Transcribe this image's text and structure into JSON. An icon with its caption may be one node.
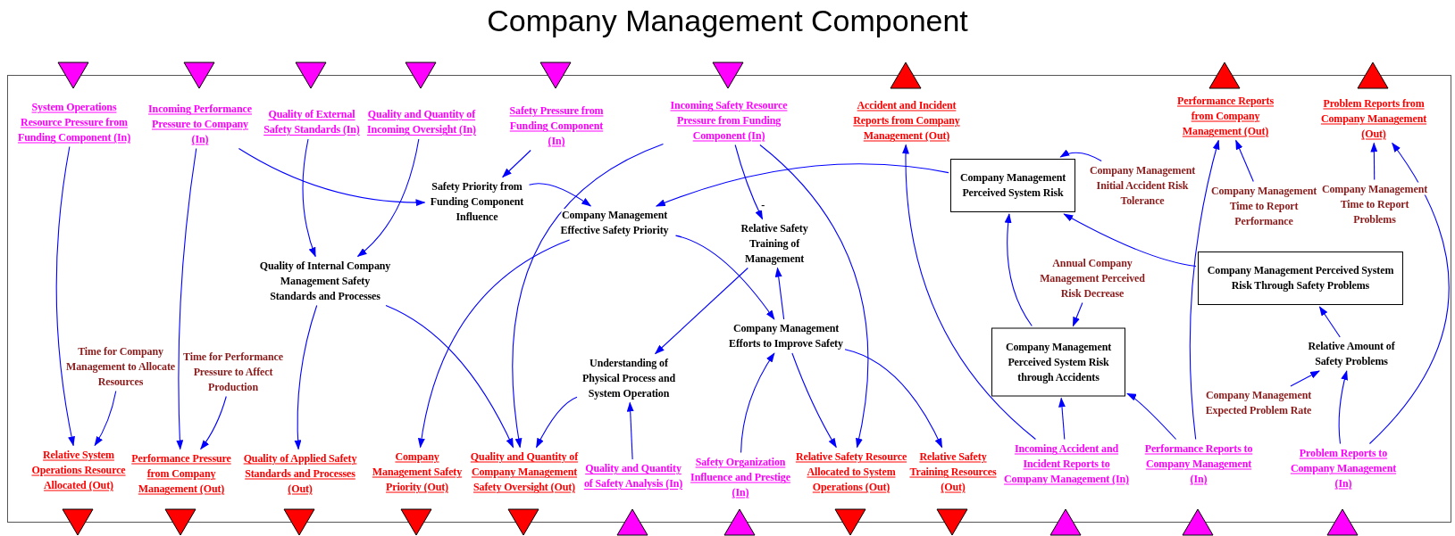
{
  "diagram": {
    "title": "Company Management Component",
    "nodes": [
      {
        "text": [],
        "shape": "box"
      },
      {
        "text": [
          "System Operations Resource Pressure from Funding Component (In)"
        ],
        "in": 0
      },
      {
        "text": [
          "Incoming Performance Pressure to Company (In)"
        ],
        "in": 0
      },
      {
        "text": [
          "Quality of External Safety Standards (In)"
        ],
        "in": 0
      },
      {
        "text": [
          "Quality and Quantity of Incoming Oversight (In)"
        ],
        "in": 0
      },
      {
        "text": [
          "Safety Pressure from Funding Component (In)"
        ],
        "in": 0
      },
      {
        "text": [
          "Incoming Safety Resource Pressure from Funding Component (In)"
        ],
        "in": 0
      },
      {
        "text": [
          "Accident and Incident Reports from Company Management (Out)"
        ],
        "in": 0
      },
      {
        "text": [
          "Performance Reports from Company Management (Out)"
        ],
        "in": 0
      },
      {
        "text": [
          "Problem Reports from Company Management (Out)"
        ],
        "in": 0
      },
      {
        "text": [
          "Safety Priority from Funding Component Influence"
        ],
        "in": 0
      },
      {
        "text": [
          "Company Management Effective Safety Priority"
        ],
        "in": 0
      },
      {
        "text": [
          "Relative Safety Training of Management"
        ],
        "in": 0
      },
      {
        "text": [
          "Company Management Perceived System Risk"
        ],
        "in": 0
      },
      {
        "text": [
          "Company Management Initial Accident Risk Tolerance"
        ],
        "in": 0
      },
      {
        "text": [
          "Company Management Time to Report Performance"
        ],
        "in": 0
      },
      {
        "text": [
          "Company Management Time to Report Problems"
        ],
        "in": 0
      },
      {
        "text": [
          "Quality of Internal Company Management Safety Standards and Processes"
        ],
        "in": 0
      },
      {
        "text": [
          "Annual Company Management Perceived Risk Decrease"
        ],
        "in": 0
      },
      {
        "text": [
          "Company Management Perceived System Risk Through Safety Problems"
        ],
        "in": 0
      },
      {
        "text": [
          "Company Management Efforts to Improve Safety"
        ],
        "in": 0
      },
      {
        "text": [
          "Company Management Perceived System Risk through Accidents"
        ],
        "in": 0
      },
      {
        "text": [
          "Time for Company Management to Allocate Resources"
        ],
        "in": 0
      },
      {
        "text": [
          "Time for Performance Pressure to Affect Production"
        ],
        "in": 0
      },
      {
        "text": [
          "Understanding of Physical Process and System Operation"
        ],
        "in": 0
      },
      {
        "text": [
          "Relative Amount of Safety Problems"
        ],
        "in": 0
      },
      {
        "text": [
          "Company Management Expected Problem Rate"
        ],
        "in": 0
      },
      {
        "text": [
          "Relative System Operations Resource Allocated (Out)"
        ],
        "in": 0
      },
      {
        "text": [
          "Performance Pressure from Company Management (Out)"
        ],
        "in": 0
      },
      {
        "text": [
          "Quality of Applied Safety Standards and Processes (Out)"
        ],
        "in": 0
      },
      {
        "text": [
          "Company Management Safety Priority (Out)"
        ],
        "in": 0
      },
      {
        "text": [
          "Quality and Quantity of Company Management Safety Oversight (Out)"
        ],
        "in": 0
      },
      {
        "text": [
          "Quality and Quantity of Safety Analysis (In)"
        ],
        "in": 0
      },
      {
        "text": [
          "Safety Organization Influence and Prestige (In)"
        ],
        "in": 0
      },
      {
        "text": [
          "Relative Safety Resource Allocated to System Operations (Out)"
        ],
        "in": 0
      },
      {
        "text": [
          "Relative Safety Training Resources (Out)"
        ],
        "in": 0
      },
      {
        "text": [
          "Incoming Accident and Incident Reports to Company Management (In)"
        ],
        "in": 0
      },
      {
        "text": [
          "Performance Reports to Company Management (In)"
        ],
        "in": 0
      },
      {
        "text": [
          "Problem Reports to Company Management (In)"
        ],
        "in": 0
      }
    ],
    "edges": [
      {
        "from": 1,
        "to": 27,
        "arrow": "to"
      },
      {
        "from": 2,
        "to": 28,
        "arrow": "to"
      },
      {
        "from": 2,
        "to": 10,
        "arrow": "to"
      },
      {
        "from": 3,
        "to": 17,
        "arrow": "to"
      },
      {
        "from": 4,
        "to": 17,
        "arrow": "to"
      },
      {
        "from": 5,
        "to": 10,
        "arrow": "to"
      },
      {
        "from": 6,
        "to": 31,
        "arrow": "to"
      },
      {
        "from": 6,
        "to": 12,
        "arrow": "to",
        "label": "-"
      },
      {
        "from": 6,
        "to": 34,
        "arrow": "to"
      },
      {
        "from": 10,
        "to": 11,
        "arrow": "to"
      },
      {
        "from": 13,
        "to": 11,
        "arrow": "to"
      },
      {
        "from": 11,
        "to": 30,
        "arrow": "to"
      },
      {
        "from": 11,
        "to": 20,
        "arrow": "to"
      },
      {
        "from": 17,
        "to": 29,
        "arrow": "to"
      },
      {
        "from": 17,
        "to": 31,
        "arrow": "to"
      },
      {
        "from": 24,
        "to": 31,
        "arrow": "to"
      },
      {
        "from": 20,
        "to": 12,
        "arrow": "to"
      },
      {
        "from": 12,
        "to": 24,
        "arrow": "to"
      },
      {
        "from": 32,
        "to": 24,
        "arrow": "to"
      },
      {
        "from": 33,
        "to": 20,
        "arrow": "to"
      },
      {
        "from": 20,
        "to": 34,
        "arrow": "to"
      },
      {
        "from": 20,
        "to": 35,
        "arrow": "to"
      },
      {
        "from": 36,
        "to": 7,
        "arrow": "to"
      },
      {
        "from": 36,
        "to": 21,
        "arrow": "to"
      },
      {
        "from": 37,
        "to": 21,
        "arrow": "to"
      },
      {
        "from": 37,
        "to": 8,
        "arrow": "to"
      },
      {
        "from": 15,
        "to": 8,
        "arrow": "to"
      },
      {
        "from": 16,
        "to": 9,
        "arrow": "to"
      },
      {
        "from": 38,
        "to": 9,
        "arrow": "to"
      },
      {
        "from": 38,
        "to": 25,
        "arrow": "to"
      },
      {
        "from": 26,
        "to": 25,
        "arrow": "to"
      },
      {
        "from": 25,
        "to": 19,
        "arrow": "to"
      },
      {
        "from": 19,
        "to": 13,
        "arrow": "to"
      },
      {
        "from": 21,
        "to": 13,
        "arrow": "to"
      },
      {
        "from": 18,
        "to": 21,
        "arrow": "to"
      },
      {
        "from": 14,
        "to": 13,
        "arrow": "to"
      },
      {
        "from": 22,
        "to": 27,
        "arrow": "to"
      },
      {
        "from": 23,
        "to": 28,
        "arrow": "to"
      }
    ]
  }
}
